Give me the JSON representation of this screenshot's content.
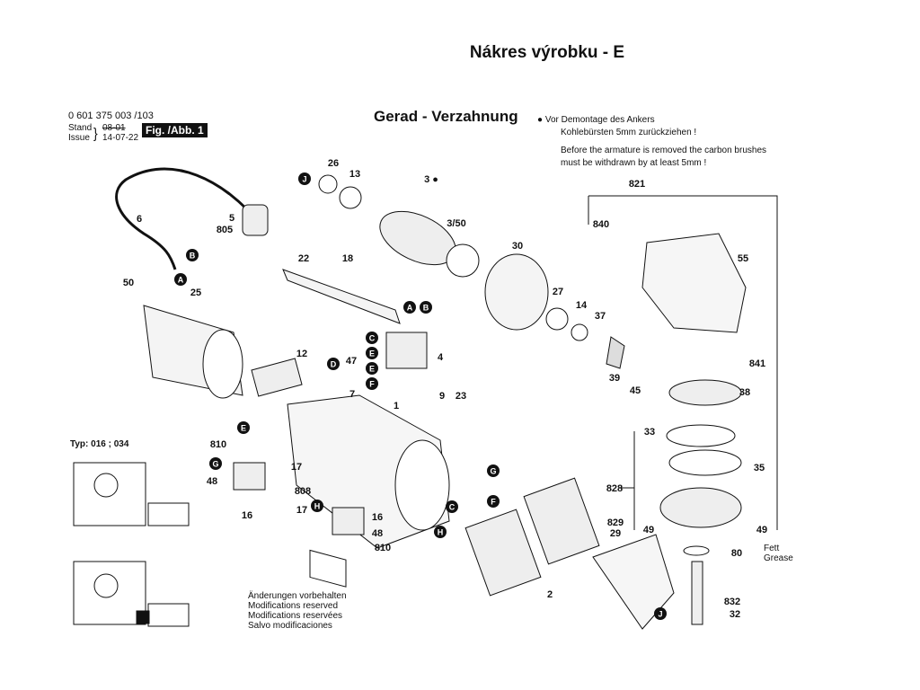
{
  "title": "Nákres výrobku - E",
  "subtitle": "Gerad - Verzahnung",
  "header": {
    "part_number": "0 601 375 003 /103",
    "stand_label": "Stand",
    "issue_label": "Issue",
    "old_date": "08-01",
    "new_date": "14-07-22",
    "figure": "Fig. /Abb. 1"
  },
  "note": {
    "de_line1": "Vor Demontage des Ankers",
    "de_line2": "Kohlebürsten 5mm zurückziehen !",
    "en_line1": "Before the armature is removed the carbon brushes",
    "en_line2": "must be withdrawn by at least 5mm !"
  },
  "type_label": "Typ: 016 ; 034",
  "footer": [
    "Änderungen vorbehalten",
    "Modifications reserved",
    "Modifications reservées",
    "Salvo modificaciones"
  ],
  "grease": [
    "Fett",
    "Grease"
  ],
  "part_labels": [
    "26",
    "13",
    "3 ●",
    "3/50",
    "6",
    "5",
    "805",
    "22",
    "18",
    "30",
    "50",
    "25",
    "27",
    "14",
    "37",
    "55",
    "821",
    "840",
    "841",
    "38",
    "12",
    "47",
    "4",
    "7",
    "1",
    "9",
    "23",
    "39",
    "45",
    "33",
    "35",
    "828",
    "810",
    "17",
    "48",
    "16",
    "808",
    "17",
    "16",
    "48",
    "810",
    "2",
    "829",
    "29",
    "49",
    "49",
    "80",
    "832",
    "32"
  ],
  "connector_letters": [
    "J",
    "B",
    "A",
    "A",
    "B",
    "C",
    "D",
    "E",
    "E",
    "F",
    "E",
    "G",
    "G",
    "F",
    "C",
    "H",
    "H",
    "J"
  ],
  "colors": {
    "ink": "#111111",
    "paper": "#ffffff"
  }
}
